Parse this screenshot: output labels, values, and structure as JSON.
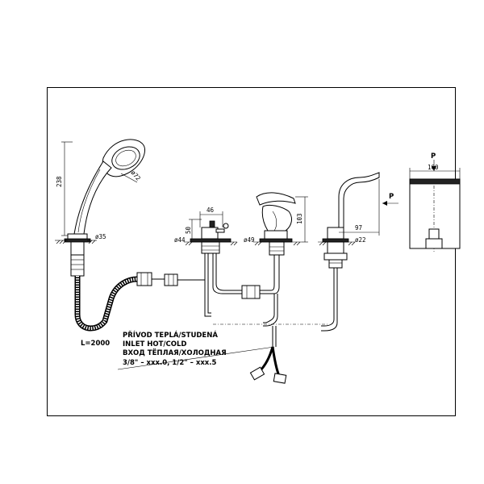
{
  "dimensions": {
    "handshower_height": "238",
    "head_diameter": "ø72",
    "handle_base_diameter": "ø35",
    "hose_length": "L=2000",
    "diverter_width": "46",
    "diverter_height": "50",
    "diverter_diameter": "ø44",
    "mixer_diameter": "ø49",
    "mixer_height": "103",
    "spout_reach": "97",
    "spout_diameter": "ø22",
    "spout_width": "100",
    "arrow_p_top": "P",
    "arrow_p_side": "P"
  },
  "inlet_note": {
    "line1": "PŘÍVOD TEPLÁ/STUDENÁ",
    "line2": "INLET HOT/COLD",
    "line3": "ВХОД ТЁПЛАЯ/ХОЛОДНАЯ",
    "line4": "3/8\" – xxx.0, 1/2\" – xxx.5"
  }
}
